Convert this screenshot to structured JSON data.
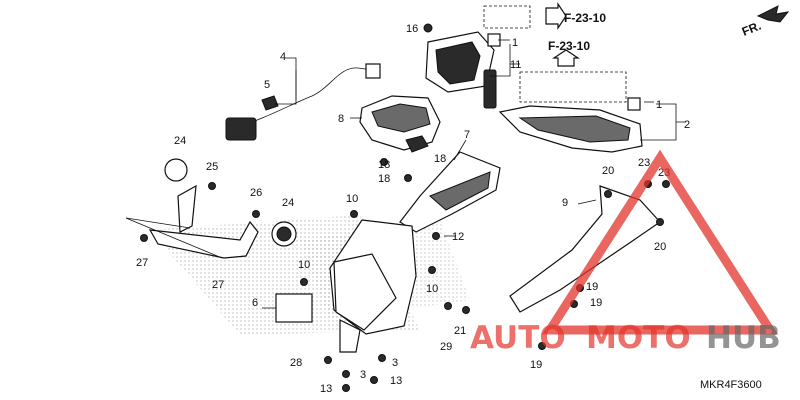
{
  "diagram": {
    "code": "MKR4F3600",
    "direction_label": "FR.",
    "section_refs": [
      "F-23-10",
      "F-23-10"
    ],
    "callouts": [
      "1",
      "1",
      "2",
      "3",
      "3",
      "4",
      "5",
      "6",
      "7",
      "8",
      "9",
      "10",
      "10",
      "10",
      "11",
      "12",
      "13",
      "13",
      "16",
      "18",
      "18",
      "18",
      "19",
      "19",
      "19",
      "20",
      "20",
      "21",
      "23",
      "23",
      "24",
      "24",
      "25",
      "26",
      "27",
      "27",
      "28",
      "29"
    ],
    "colors": {
      "line": "#111111",
      "watermark_red": "#e2342b",
      "watermark_gray": "#666666"
    }
  },
  "watermark": {
    "part1": "AUTO",
    "part2": "MOTO",
    "part3": "HUB"
  }
}
